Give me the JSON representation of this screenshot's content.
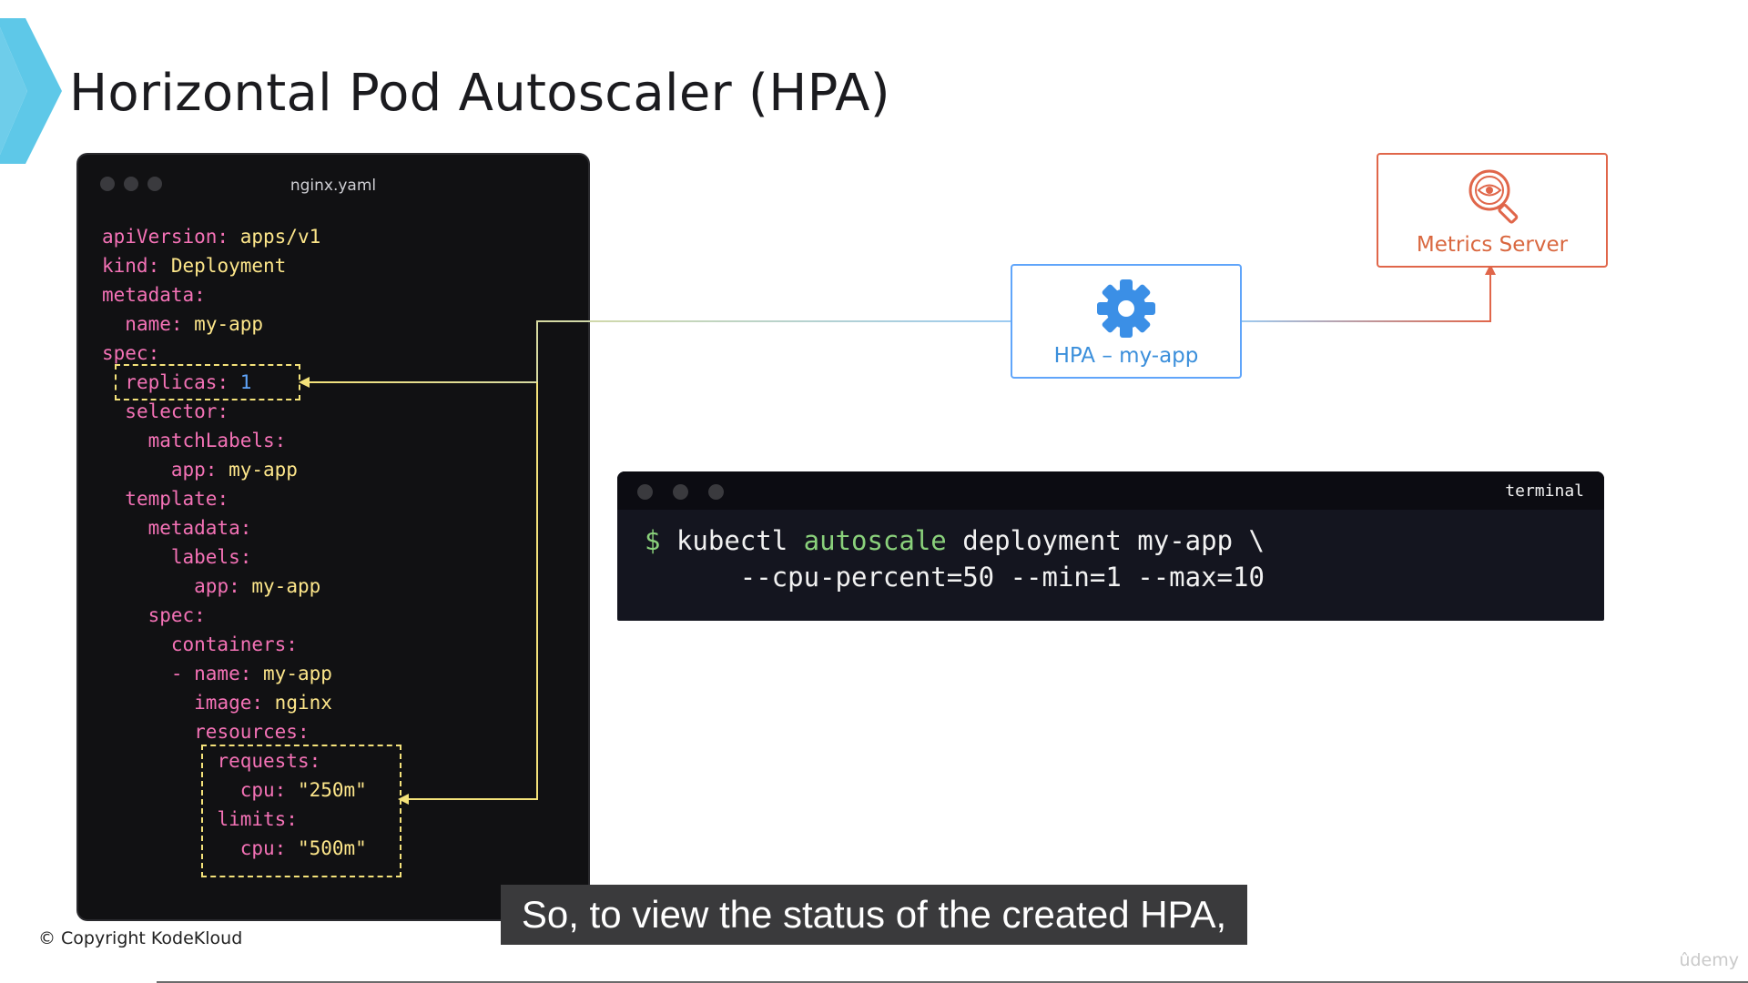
{
  "slide": {
    "title": "Horizontal Pod Autoscaler (HPA)",
    "copyright": "© Copyright KodeKloud",
    "watermark": "ûdemy",
    "caption": "So, to view the status of the created HPA,"
  },
  "editor": {
    "filename": "nginx.yaml",
    "lines": [
      {
        "indent": 0,
        "key": "apiVersion:",
        "value": "apps/v1",
        "vtype": "str"
      },
      {
        "indent": 0,
        "key": "kind:",
        "value": "Deployment",
        "vtype": "str"
      },
      {
        "indent": 0,
        "key": "metadata:",
        "value": "",
        "vtype": "str"
      },
      {
        "indent": 1,
        "key": "name:",
        "value": "my-app",
        "vtype": "str"
      },
      {
        "indent": 0,
        "key": "spec:",
        "value": "",
        "vtype": "str"
      },
      {
        "indent": 1,
        "key": "replicas:",
        "value": "1",
        "vtype": "num"
      },
      {
        "indent": 1,
        "key": "selector:",
        "value": "",
        "vtype": "str"
      },
      {
        "indent": 2,
        "key": "matchLabels:",
        "value": "",
        "vtype": "str"
      },
      {
        "indent": 3,
        "key": "app:",
        "value": "my-app",
        "vtype": "str"
      },
      {
        "indent": 1,
        "key": "template:",
        "value": "",
        "vtype": "str"
      },
      {
        "indent": 2,
        "key": "metadata:",
        "value": "",
        "vtype": "str"
      },
      {
        "indent": 3,
        "key": "labels:",
        "value": "",
        "vtype": "str"
      },
      {
        "indent": 4,
        "key": "app:",
        "value": "my-app",
        "vtype": "str"
      },
      {
        "indent": 2,
        "key": "spec:",
        "value": "",
        "vtype": "str"
      },
      {
        "indent": 3,
        "key": "containers:",
        "value": "",
        "vtype": "str"
      },
      {
        "indent": 3,
        "key": "- name:",
        "value": "my-app",
        "vtype": "str"
      },
      {
        "indent": 4,
        "key": "image:",
        "value": "nginx",
        "vtype": "str"
      },
      {
        "indent": 4,
        "key": "resources:",
        "value": "",
        "vtype": "str"
      },
      {
        "indent": 5,
        "key": "requests:",
        "value": "",
        "vtype": "str"
      },
      {
        "indent": 6,
        "key": "cpu:",
        "value": "\"250m\"",
        "vtype": "str"
      },
      {
        "indent": 5,
        "key": "limits:",
        "value": "",
        "vtype": "str"
      },
      {
        "indent": 6,
        "key": "cpu:",
        "value": "\"500m\"",
        "vtype": "str"
      }
    ]
  },
  "diagram": {
    "hpa_label": "HPA – my-app",
    "hpa_icon": "gear-icon",
    "metrics_label": "Metrics Server",
    "metrics_icon": "eye-magnifier-icon",
    "colors": {
      "hpa": "#60a5fa",
      "metrics": "#e0664a",
      "highlight": "#f4e27a"
    }
  },
  "terminal": {
    "title": "terminal",
    "prompt": "$",
    "cmd_part1": "kubectl",
    "cmd_part2": "autoscale",
    "cmd_part3": "deployment my-app \\",
    "cmd_line2": "      --cpu-percent=50 --min=1 --max=10"
  }
}
